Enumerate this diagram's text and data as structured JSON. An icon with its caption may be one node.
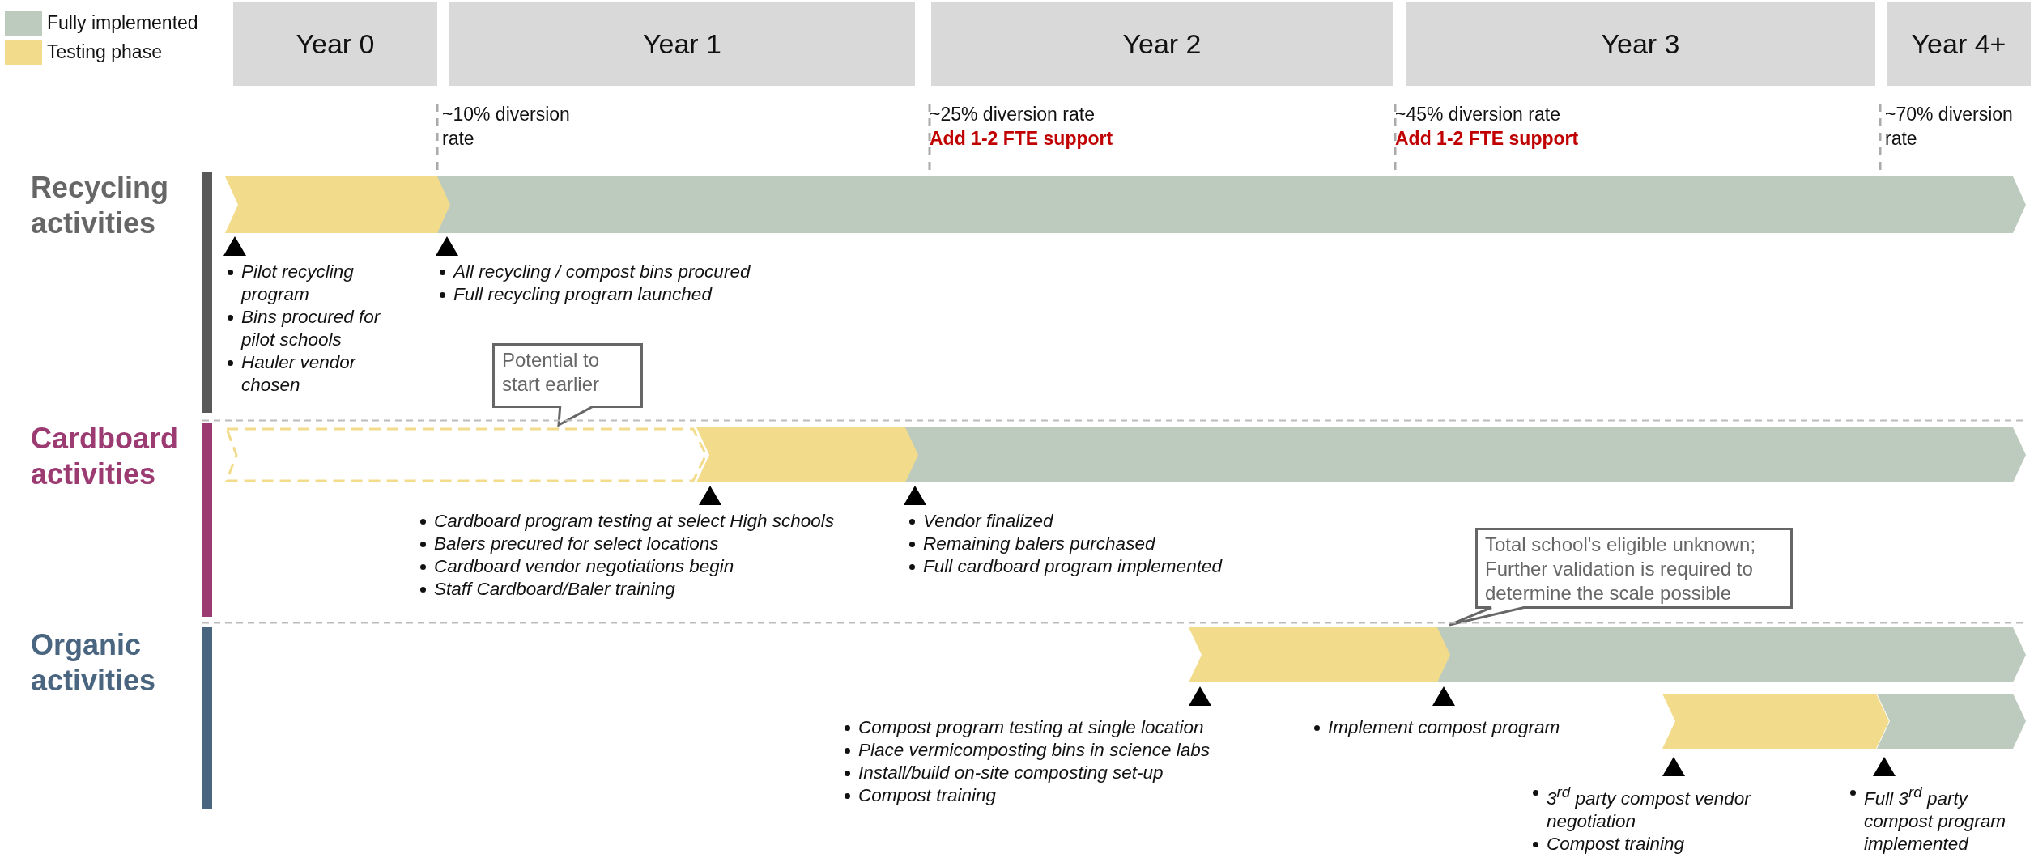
{
  "diagram": {
    "nodes": [
      {
        "text": [
          "Year 0"
        ]
      },
      {
        "text": [
          "Year 1"
        ]
      },
      {
        "text": [
          "Year 2"
        ]
      },
      {
        "text": [
          "Year 3"
        ]
      },
      {
        "text": [
          "Year 4+"
        ]
      },
      {
        "text": [],
        "shape": "bar"
      },
      {
        "text": [],
        "shape": "bar"
      },
      {
        "text": [
          "Potential to start earlier"
        ]
      },
      {
        "text": [],
        "shape": "bar"
      },
      {
        "text": [],
        "shape": "bar"
      },
      {
        "text": [],
        "shape": "bar"
      },
      {
        "text": [
          "Total school's eligible unknown; Further validation is required to determine the scale possible"
        ]
      },
      {
        "text": [],
        "shape": "bar"
      },
      {
        "text": [],
        "shape": "bar"
      },
      {
        "text": [],
        "shape": "bar"
      },
      {
        "text": [],
        "shape": "bar"
      }
    ],
    "labels": [
      "~10% diversion rate",
      "~25% diversion rate",
      "Add 1-2 FTE support",
      "~45% diversion rate",
      "Add 1-2 FTE support",
      "~70% diversion rate",
      "Recycling activities",
      "Pilot recycling program",
      "Bins procured for pilot schools",
      "Hauler vendor chosen",
      "All recycling / compost bins procured",
      "Full recycling program launched",
      "Cardboard activities",
      "Cardboard program testing at select High schools",
      "Balers precured for select locations",
      "Cardboard vendor negotiations begin",
      "Staff Cardboard/Baler training",
      "Vendor finalized",
      "Remaining balers purchased",
      "Full cardboard program implemented",
      "Organic activities",
      "Compost program testing at single location",
      "Place vermicomposting bins in science labs",
      "Install/build on-site composting set-up",
      "Compost training",
      "Implement compost program",
      "3$^{rd}$ party compost vendor negotiation",
      "Compost training",
      "Full 3$^{rd}$ party compost program implemented"
    ],
    "legend": [
      {
        "text": "Fully implemented",
        "color": "#bccbbd"
      },
      {
        "text": "Testing phase",
        "color": "#f2dc8b"
      }
    ]
  }
}
